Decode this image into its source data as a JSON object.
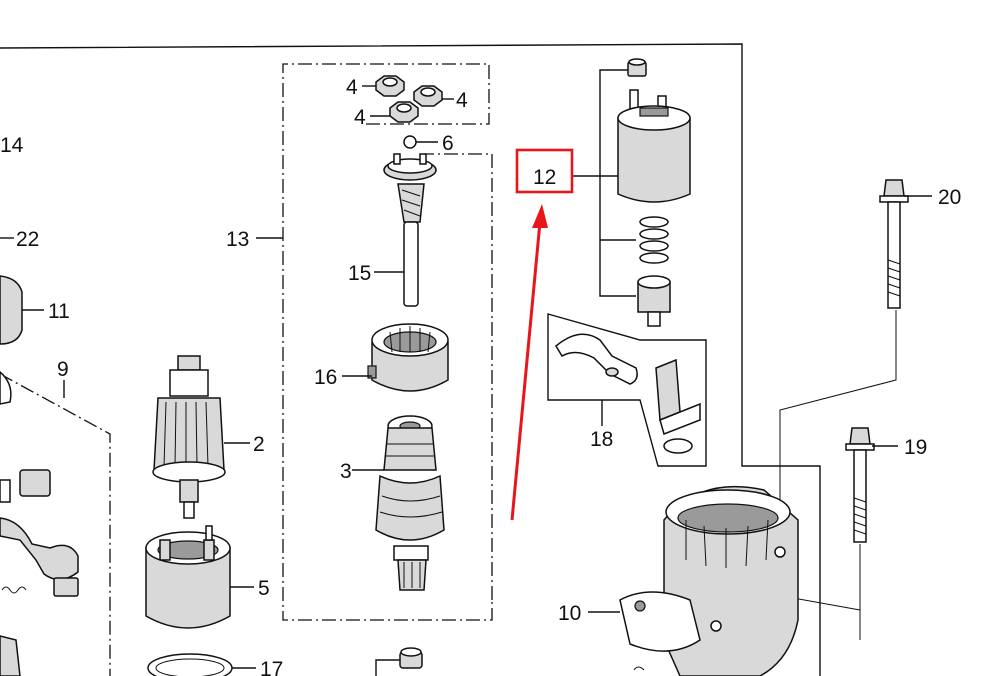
{
  "callouts": {
    "c14": "14",
    "c22": "22",
    "c11": "11",
    "c9": "9",
    "c2": "2",
    "c5": "5",
    "c17": "17",
    "c13": "13",
    "c4a": "4",
    "c4b": "4",
    "c4c": "4",
    "c6": "6",
    "c15": "15",
    "c16": "16",
    "c3": "3",
    "c12": "12",
    "c20": "20",
    "c18": "18",
    "c19": "19",
    "c10": "10"
  },
  "highlight": {
    "target": "12",
    "color": "#e8161a"
  },
  "colors": {
    "ink": "#111111",
    "part_fill": "#d9d9d9",
    "background": "#ffffff"
  }
}
